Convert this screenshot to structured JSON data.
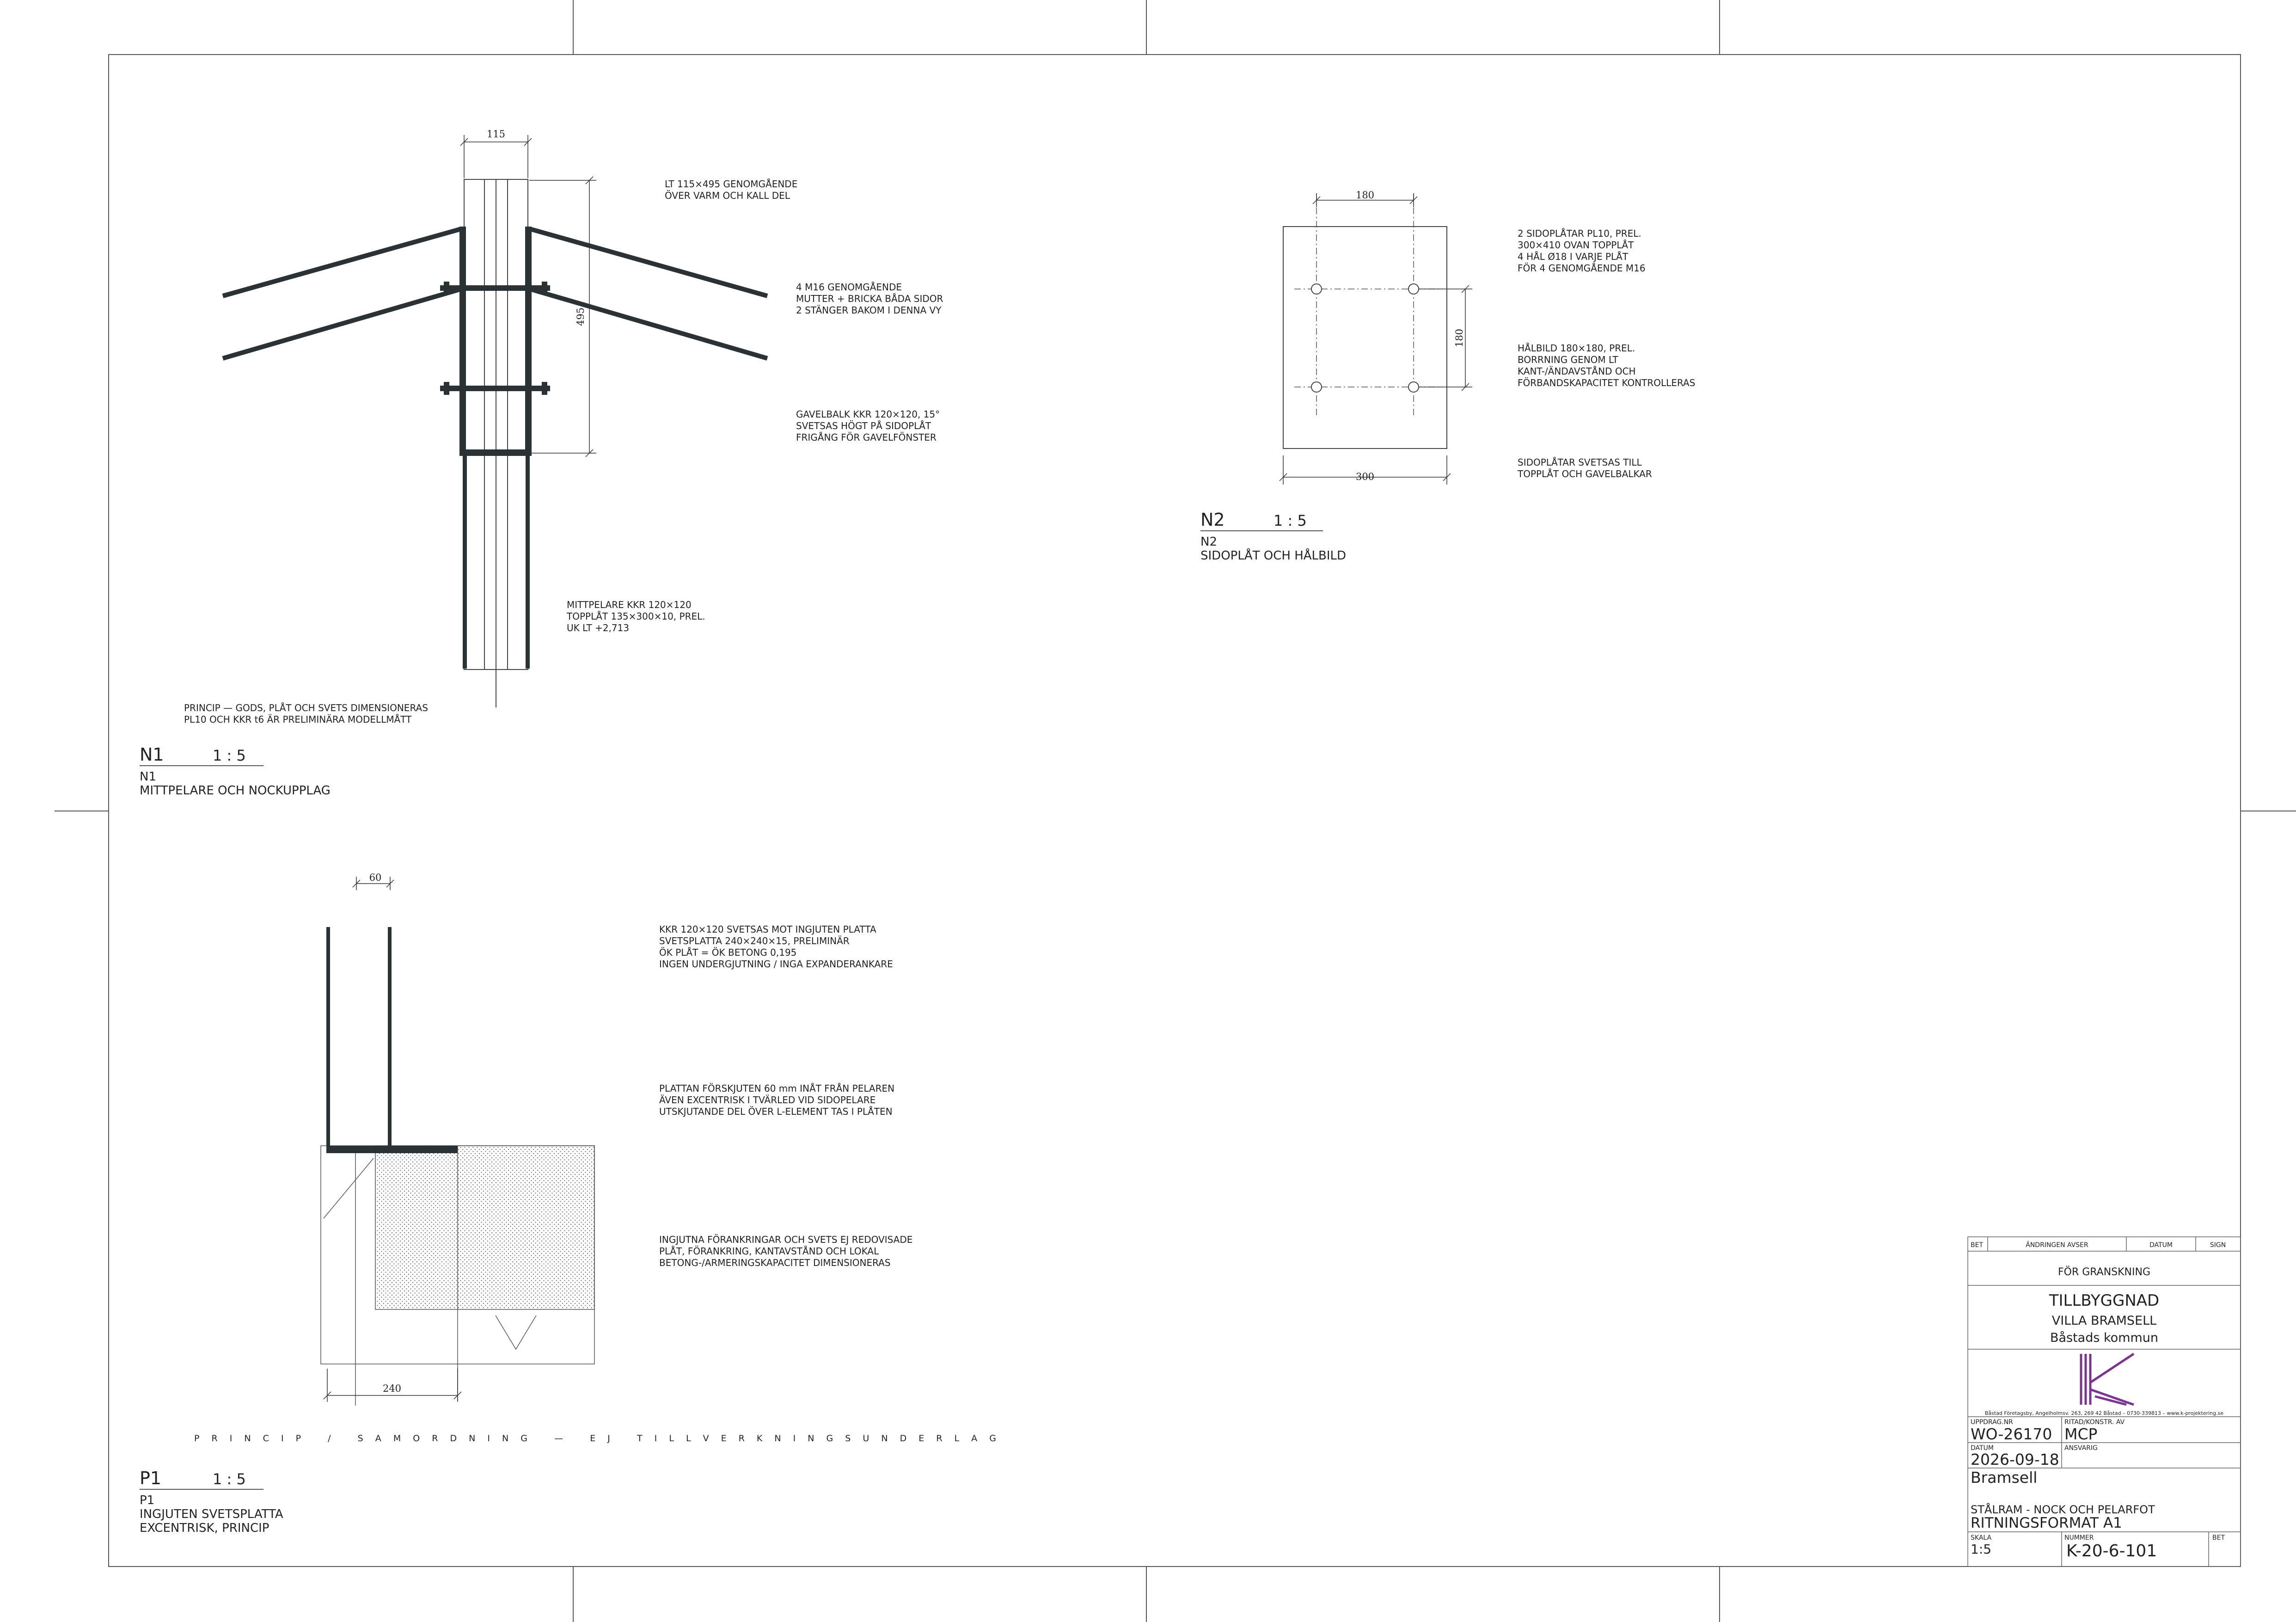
{
  "details": {
    "n1": {
      "label": "N1",
      "scale": "1 : 5",
      "ref": "N1",
      "title": "MITTPELARE OCH NOCKUPPLAG",
      "dim_width": "115",
      "dim_height": "495",
      "notes": [
        [
          "LT 115×495 GENOMGÅENDE",
          "ÖVER VARM OCH KALL DEL"
        ],
        [
          "4 M16 GENOMGÅENDE",
          "MUTTER + BRICKA BÅDA SIDOR",
          "2 STÄNGER BAKOM I DENNA VY"
        ],
        [
          "GAVELBALK KKR 120×120, 15°",
          "SVETSAS HÖGT PÅ SIDOPLÅT",
          "FRIGÅNG FÖR GAVELFÖNSTER"
        ],
        [
          "MITTPELARE KKR 120×120",
          "TOPPLÅT 135×300×10, PREL.",
          "UK LT +2,713"
        ],
        [
          "PRINCIP — GODS, PLÅT OCH SVETS DIMENSIONERAS",
          "PL10 OCH KKR t6 ÄR PRELIMINÄRA MODELLMÅTT"
        ]
      ]
    },
    "n2": {
      "label": "N2",
      "scale": "1 : 5",
      "ref": "N2",
      "title": "SIDOPLÅT OCH HÅLBILD",
      "dim_top": "180",
      "dim_right": "180",
      "dim_bottom": "300",
      "notes": [
        [
          "2 SIDOPLÅTAR PL10, PREL.",
          "300×410 OVAN TOPPLÅT",
          "4 HÅL Ø18 I VARJE PLÅT",
          "FÖR 4 GENOMGÅENDE M16"
        ],
        [
          "HÅLBILD 180×180, PREL.",
          "BORRNING GENOM LT",
          "KANT-/ÄNDAVSTÅND OCH",
          "FÖRBANDSKAPACITET KONTROLLERAS"
        ],
        [
          "SIDOPLÅTAR SVETSAS TILL",
          "TOPPLÅT OCH GAVELBALKAR"
        ]
      ]
    },
    "p1": {
      "label": "P1",
      "scale": "1 : 5",
      "ref": "P1",
      "title_lines": [
        "INGJUTEN SVETSPLATTA",
        "EXCENTRISK, PRINCIP"
      ],
      "dim_top": "60",
      "dim_bottom": "240",
      "notes": [
        [
          "KKR 120×120 SVETSAS MOT INGJUTEN PLATTA",
          "SVETSPLATTA 240×240×15, PRELIMINÄR",
          "ÖK PLÅT = ÖK BETONG 0,195",
          "INGEN UNDERGJUTNING / INGA EXPANDERANKARE"
        ],
        [
          "PLATTAN FÖRSKJUTEN 60 mm INÅT FRÅN PELAREN",
          "ÄVEN EXCENTRISK I TVÄRLED VID SIDOPELARE",
          "UTSKJUTANDE DEL ÖVER L-ELEMENT TAS I PLÅTEN"
        ],
        [
          "INGJUTNA FÖRANKRINGAR OCH SVETS EJ REDOVISADE",
          "PLÅT, FÖRANKRING, KANTAVSTÅND OCH LOKAL",
          "BETONG-/ARMERINGSKAPACITET DIMENSIONERAS"
        ]
      ]
    }
  },
  "watermark": "P R I N C I P   /   S A M O R D N I N G   —   E J   T I L L V E R K N I N G S U N D E R L A G",
  "title_block": {
    "revision_header": {
      "bet": "BET",
      "andring": "ÄNDRINGEN AVSER",
      "datum": "DATUM",
      "sign": "SIGN"
    },
    "status": "FÖR GRANSKNING",
    "project": "TILLBYGGNAD",
    "subproject": "VILLA BRAMSELL",
    "municipality": "Båstads kommun",
    "company_line": "Båstad Företagsby, Angelholmsv. 263, 269 42 Båstad – 0730-339813 – www.k-projektering.se",
    "uppdrag_label": "UPPDRAG.NR",
    "uppdrag_value": "WO-26170",
    "ritad_label": "RITAD/KONSTR. AV",
    "ritad_value": "MCP",
    "datum_label": "DATUM",
    "datum_value": "2026-09-18",
    "ansvarig_label": "ANSVARIG",
    "client": "Bramsell",
    "drawing_title": "STÅLRAM - NOCK OCH PELARFOT",
    "format": "RITNINGSFORMAT A1",
    "skala_label": "SKALA",
    "skala_value": "1:5",
    "nummer_label": "NUMMER",
    "nummer_value": "K-20-6-101",
    "bet_label": "BET",
    "logo_color": "#7a3590"
  }
}
